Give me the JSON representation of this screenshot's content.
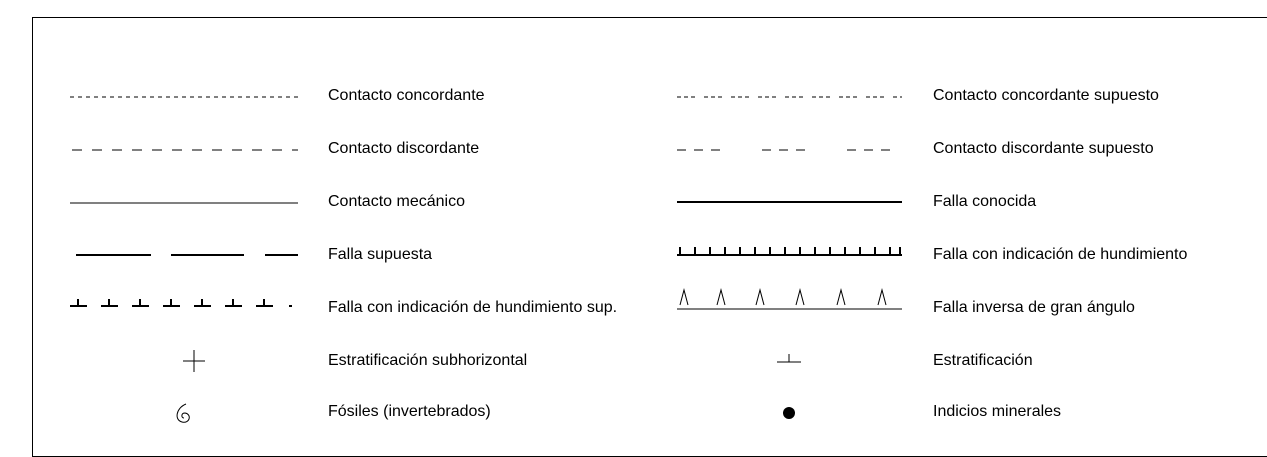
{
  "legend": {
    "left_column": [
      {
        "symbol": "dotted-line-icon",
        "label": "Contacto concordante"
      },
      {
        "symbol": "dashed-line-icon",
        "label": "Contacto discordante"
      },
      {
        "symbol": "thin-solid-line-icon",
        "label": "Contacto mecánico"
      },
      {
        "symbol": "long-dash-line-icon",
        "label": "Falla supuesta"
      },
      {
        "symbol": "inverted-tick-dashed-line-icon",
        "label": "Falla con indicación de hundimiento sup."
      },
      {
        "symbol": "plus-cross-icon",
        "label": "Estratificación subhorizontal"
      },
      {
        "symbol": "spiral-fossil-icon",
        "label": "Fósiles (invertebrados)"
      }
    ],
    "right_column": [
      {
        "symbol": "dash-dot-line-icon",
        "label": "Contacto concordante supuesto"
      },
      {
        "symbol": "grouped-dash-line-icon",
        "label": "Contacto discordante supuesto"
      },
      {
        "symbol": "thick-solid-line-icon",
        "label": "Falla conocida"
      },
      {
        "symbol": "ticked-line-icon",
        "label": "Falla con indicación de hundimiento"
      },
      {
        "symbol": "triangle-fault-line-icon",
        "label": "Falla inversa de gran ángulo"
      },
      {
        "symbol": "strike-dip-icon",
        "label": "Estratificación"
      },
      {
        "symbol": "filled-dot-icon",
        "label": "Indicios minerales"
      }
    ]
  }
}
